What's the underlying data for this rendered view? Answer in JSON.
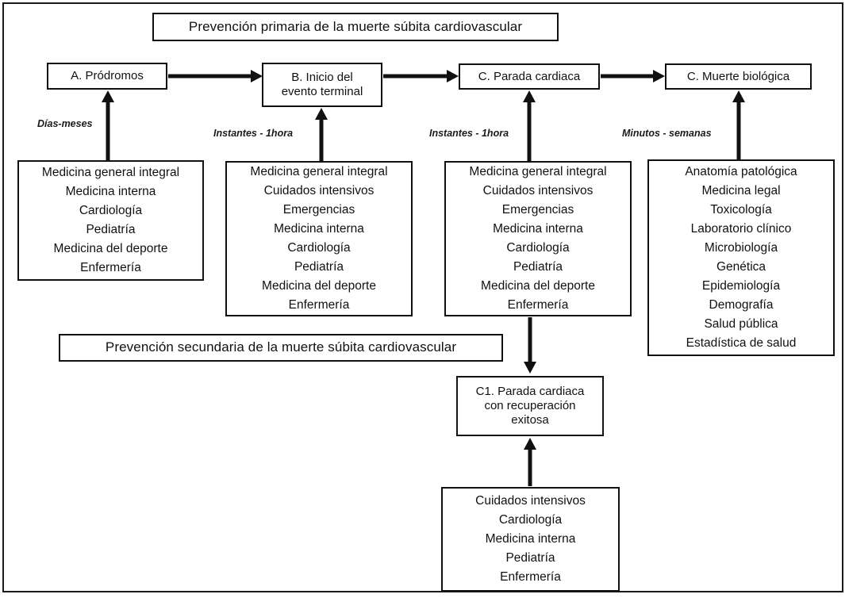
{
  "diagram": {
    "title_primary": "Prevención primaria de la muerte súbita cardiovascular",
    "title_secondary": "Prevención secundaria de la muerte súbita cardiovascular",
    "stages": {
      "a": {
        "line1": "A. Pródromos"
      },
      "b": {
        "line1": "B. Inicio del",
        "line2": "evento terminal"
      },
      "c": {
        "line1": "C. Parada cardiaca"
      },
      "d": {
        "line1": "C. Muerte biológica"
      },
      "c1": {
        "line1": "C1. Parada cardiaca",
        "line2": "con recuperación",
        "line3": "exitosa"
      }
    },
    "time_labels": {
      "a": "Días-meses",
      "b": "Instantes - 1hora",
      "c": "Instantes - 1hora",
      "d": "Minutos - semanas"
    },
    "specialties": {
      "a": [
        "Medicina general integral",
        "Medicina interna",
        "Cardiología",
        "Pediatría",
        "Medicina del deporte",
        "Enfermería"
      ],
      "b": [
        "Medicina general integral",
        "Cuidados intensivos",
        "Emergencias",
        "Medicina interna",
        "Cardiología",
        "Pediatría",
        "Medicina del deporte",
        "Enfermería"
      ],
      "c": [
        "Medicina general integral",
        "Cuidados intensivos",
        "Emergencias",
        "Medicina interna",
        "Cardiología",
        "Pediatría",
        "Medicina del deporte",
        "Enfermería"
      ],
      "d": [
        "Anatomía patológica",
        "Medicina legal",
        "Toxicología",
        "Laboratorio clínico",
        "Microbiología",
        "Genética",
        "Epidemiología",
        "Demografía",
        "Salud pública",
        "Estadística de salud"
      ],
      "c1": [
        "Cuidados intensivos",
        "Cardiología",
        "Medicina interna",
        "Pediatría",
        "Enfermería"
      ]
    },
    "colors": {
      "stroke": "#111111",
      "background": "#ffffff",
      "text": "#111111"
    }
  }
}
